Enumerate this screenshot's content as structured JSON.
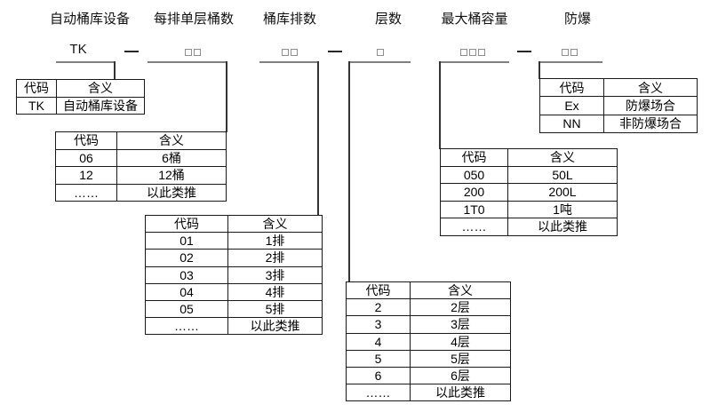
{
  "diagram": {
    "field_labels": [
      "自动桶库设备",
      "每排单层桶数",
      "桶库排数",
      "层数",
      "最大桶容量",
      "防爆"
    ],
    "model_code": {
      "prefix": "TK",
      "separator": "—",
      "segments": [
        "TK",
        "—",
        "□□",
        "□□",
        "—",
        "□",
        "□□□",
        "—",
        "□□"
      ]
    },
    "tables": {
      "device": {
        "headers": [
          "代码",
          "含义"
        ],
        "rows": [
          [
            "TK",
            "自动桶库设备"
          ]
        ]
      },
      "barrels_per_row": {
        "headers": [
          "代码",
          "含义"
        ],
        "rows": [
          [
            "06",
            "6桶"
          ],
          [
            "12",
            "12桶"
          ],
          [
            "……",
            "以此类推"
          ]
        ]
      },
      "row_count": {
        "headers": [
          "代码",
          "含义"
        ],
        "rows": [
          [
            "01",
            "1排"
          ],
          [
            "02",
            "2排"
          ],
          [
            "03",
            "3排"
          ],
          [
            "04",
            "4排"
          ],
          [
            "05",
            "5排"
          ],
          [
            "……",
            "以此类推"
          ]
        ]
      },
      "layer_count": {
        "headers": [
          "代码",
          "含义"
        ],
        "rows": [
          [
            "2",
            "2层"
          ],
          [
            "3",
            "3层"
          ],
          [
            "4",
            "4层"
          ],
          [
            "5",
            "5层"
          ],
          [
            "6",
            "6层"
          ],
          [
            "……",
            "以此类推"
          ]
        ]
      },
      "max_capacity": {
        "headers": [
          "代码",
          "含义"
        ],
        "rows": [
          [
            "050",
            "50L"
          ],
          [
            "200",
            "200L"
          ],
          [
            "1T0",
            "1吨"
          ],
          [
            "……",
            "以此类推"
          ]
        ]
      },
      "explosion_proof": {
        "headers": [
          "代码",
          "含义"
        ],
        "rows": [
          [
            "Ex",
            "防爆场合"
          ],
          [
            "NN",
            "非防爆场合"
          ]
        ]
      }
    },
    "colors": {
      "line_gray": "#808080",
      "border_black": "#1a1a1a",
      "box_gray": "#8f8f8f"
    },
    "col1_widths": {
      "device": 44,
      "barrels_per_row": 68,
      "row_count": 92,
      "layer_count": 71,
      "max_capacity": 75,
      "explosion_proof": 71
    }
  }
}
